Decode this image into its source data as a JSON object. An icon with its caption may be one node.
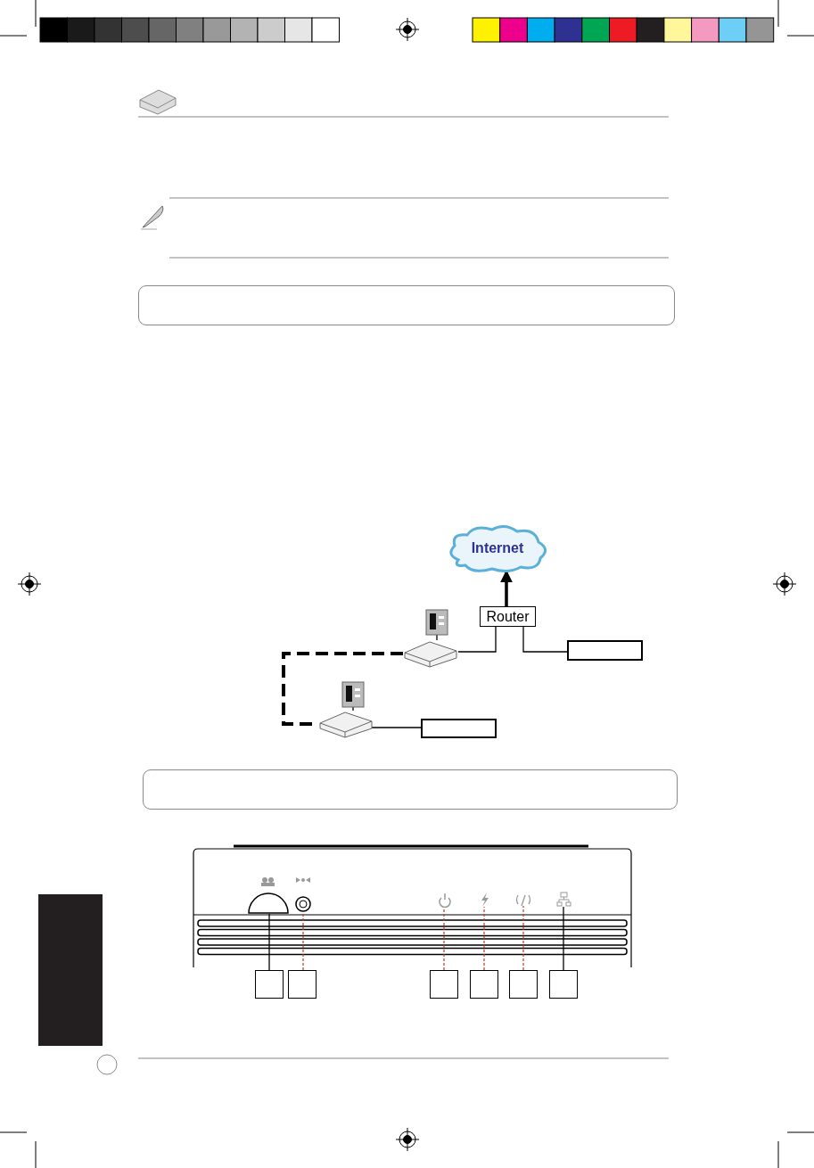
{
  "diagram": {
    "nodes": [
      {
        "text": [
          "Internet"
        ]
      },
      {
        "text": [
          "Router"
        ]
      },
      {
        "text": [],
        "shape": "device"
      },
      {
        "text": [],
        "shape": "outlet"
      },
      {
        "text": [],
        "shape": "box"
      },
      {
        "text": [],
        "shape": "device"
      },
      {
        "text": [],
        "shape": "outlet"
      },
      {
        "text": [],
        "shape": "box"
      },
      {
        "text": [],
        "shape": "button"
      },
      {
        "text": [],
        "shape": "button"
      },
      {
        "text": [],
        "shape": "icon"
      },
      {
        "text": [],
        "shape": "icon"
      },
      {
        "text": [],
        "shape": "icon"
      },
      {
        "text": [],
        "shape": "icon"
      },
      {
        "text": [],
        "shape": "box"
      },
      {
        "text": [],
        "shape": "box"
      },
      {
        "text": [],
        "shape": "box"
      },
      {
        "text": [],
        "shape": "box"
      },
      {
        "text": [],
        "shape": "box"
      },
      {
        "text": [],
        "shape": "box"
      },
      {
        "text": [],
        "shape": "box"
      },
      {
        "text": [],
        "shape": "box"
      },
      {
        "text": [],
        "shape": "bar"
      }
    ],
    "edges": [
      {
        "from": 1,
        "to": 0,
        "arrow": "to",
        "style": "thick"
      },
      {
        "from": 2,
        "to": 1,
        "arrow": "none"
      },
      {
        "from": 1,
        "to": 4,
        "arrow": "none"
      },
      {
        "from": 3,
        "to": 2,
        "arrow": "none"
      },
      {
        "from": 2,
        "to": 5,
        "arrow": "none",
        "style": "dashed"
      },
      {
        "from": 6,
        "to": 5,
        "arrow": "none"
      },
      {
        "from": 5,
        "to": 7,
        "arrow": "none"
      },
      {
        "from": 14,
        "to": 8,
        "arrow": "none"
      },
      {
        "from": 15,
        "to": 9,
        "arrow": "none",
        "style": "dashed",
        "color": "#c0392b"
      },
      {
        "from": 16,
        "to": 10,
        "arrow": "none",
        "style": "dashed",
        "color": "#c0392b"
      },
      {
        "from": 17,
        "to": 11,
        "arrow": "none",
        "style": "dashed",
        "color": "#c0392b"
      },
      {
        "from": 18,
        "to": 12,
        "arrow": "none",
        "style": "dashed",
        "color": "#c0392b"
      },
      {
        "from": 19,
        "to": 13,
        "arrow": "none"
      }
    ]
  }
}
